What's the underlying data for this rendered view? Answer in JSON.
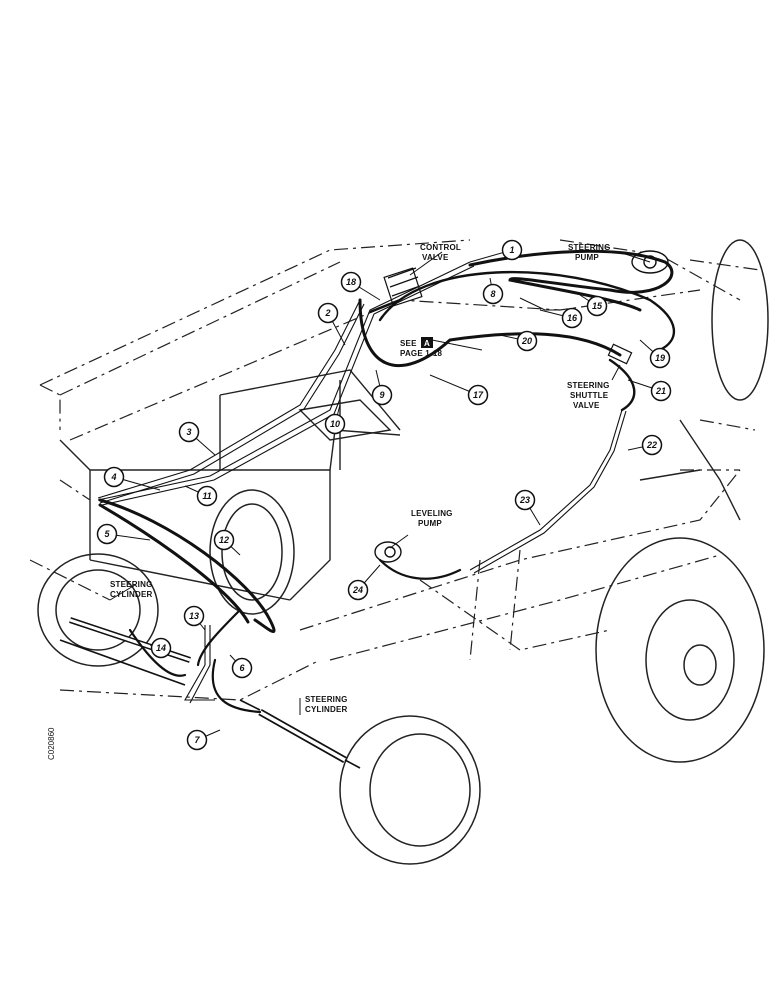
{
  "diagram": {
    "labels": {
      "control_valve_1": "CONTROL",
      "control_valve_2": "VALVE",
      "steering_pump_1": "STEERING",
      "steering_pump_2": "PUMP",
      "see": "SEE",
      "see_box": "A",
      "page_ref": "PAGE 1-18",
      "shuttle_1": "STEERING",
      "shuttle_2": "SHUTTLE",
      "shuttle_3": "VALVE",
      "leveling_1": "LEVELING",
      "leveling_2": "PUMP",
      "steer_cyl_left_1": "STEERING",
      "steer_cyl_left_2": "CYLINDER",
      "steer_cyl_right_1": "STEERING",
      "steer_cyl_right_2": "CYLINDER"
    },
    "callouts": [
      "1",
      "2",
      "3",
      "4",
      "5",
      "6",
      "7",
      "8",
      "9",
      "10",
      "11",
      "12",
      "13",
      "14",
      "15",
      "16",
      "17",
      "18",
      "19",
      "20",
      "21",
      "22",
      "23",
      "24"
    ],
    "side_code": "C020860"
  }
}
